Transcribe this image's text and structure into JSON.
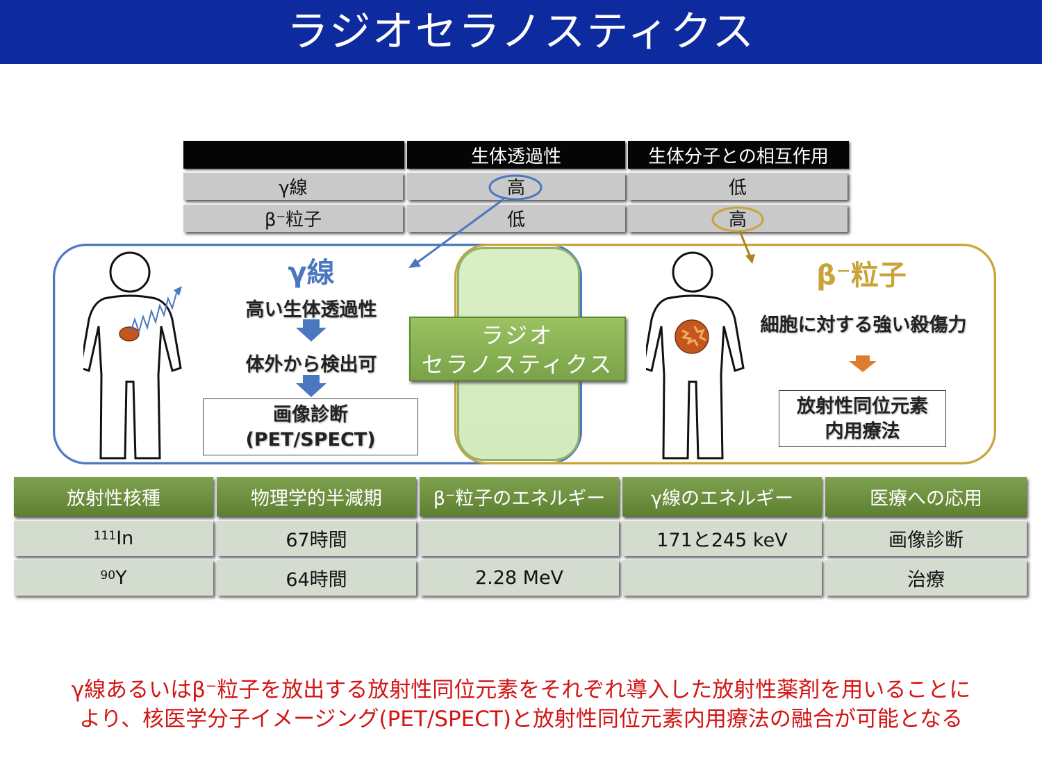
{
  "title": "ラジオセラノスティクス",
  "top_table": {
    "headers": [
      "",
      "生体透過性",
      "生体分子との相互作用"
    ],
    "rows": [
      {
        "label": "γ線",
        "penetration": "高",
        "interaction": "低"
      },
      {
        "label": "β⁻粒子",
        "penetration": "低",
        "interaction": "高"
      }
    ]
  },
  "gamma_panel": {
    "title": "γ線",
    "line1": "高い生体透過性",
    "line2": "体外から検出可",
    "box_line1": "画像診断",
    "box_line2": "(PET/SPECT)"
  },
  "center": {
    "line1": "ラジオ",
    "line2": "セラノスティクス"
  },
  "beta_panel": {
    "title": "β⁻粒子",
    "line1": "細胞に対する強い殺傷力",
    "box_line1": "放射性同位元素",
    "box_line2": "内用療法"
  },
  "bottom_table": {
    "headers": [
      "放射性核種",
      "物理学的半減期",
      "β⁻粒子のエネルギー",
      "γ線のエネルギー",
      "医療への応用"
    ],
    "rows": [
      {
        "mass": "111",
        "element": "In",
        "halflife": "67時間",
        "beta_energy": "",
        "gamma_energy": "171と245 keV",
        "application": "画像診断"
      },
      {
        "mass": "90",
        "element": "Y",
        "halflife": "64時間",
        "beta_energy": "2.28 MeV",
        "gamma_energy": "",
        "application": "治療"
      }
    ]
  },
  "footer": {
    "line1": "γ線あるいはβ⁻粒子を放出する放射性同位元素をそれぞれ導入した放射性薬剤を用いることに",
    "line2": "より、核医学分子イメージング(PET/SPECT)と放射性同位元素内用療法の融合が可能となる"
  },
  "colors": {
    "title_bar": "#0d2a9e",
    "gamma_accent": "#4a77c0",
    "beta_accent": "#c9a338",
    "center_green": "#8fb36a",
    "footer_red": "#d21515",
    "tumor": "#c4561f"
  }
}
